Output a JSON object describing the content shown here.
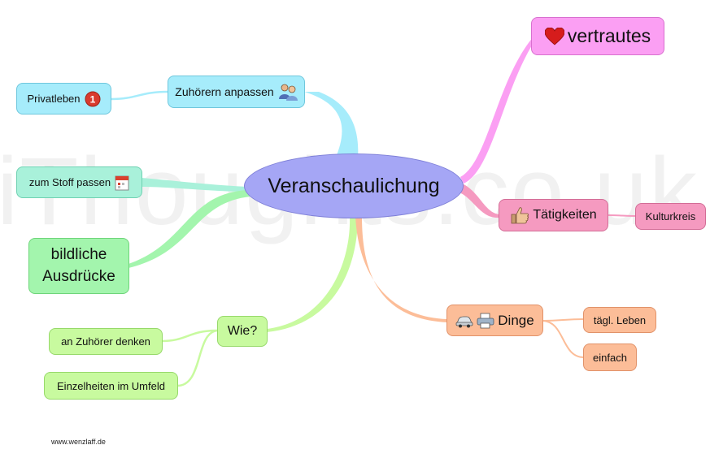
{
  "watermark": "iThoughts.co.uk",
  "central": "Veranschaulichung",
  "nodes": {
    "zuhoeren": "Zuhörern anpassen",
    "privatleben": "Privatleben",
    "privatleben_badge": "1",
    "stoff": "zum Stoff passen",
    "bildliche_line1": "bildliche",
    "bildliche_line2": "Ausdrücke",
    "wie": "Wie?",
    "an_zuhoerer": "an Zuhörer denken",
    "einzelheiten": "Einzelheiten im Umfeld",
    "vertrautes": "vertrautes",
    "taetigkeiten": "Tätigkeiten",
    "kulturkreis": "Kulturkreis",
    "dinge": "Dinge",
    "taegl_leben": "tägl. Leben",
    "einfach": "einfach"
  },
  "footer": "www.wenzlaff.de",
  "icons": [
    "users-icon",
    "number-one-badge-icon",
    "calendar-icon",
    "heart-icon",
    "thumbs-up-icon",
    "car-icon",
    "printer-icon"
  ],
  "colors": {
    "central": "#a5a6f5",
    "cyan": "#a6ecfb",
    "teal": "#a9f1da",
    "green": "#a3f5ad",
    "light_green": "#c8fa9f",
    "orange": "#fcbd98",
    "pink": "#f59ac0",
    "magenta": "#fb9ff3"
  }
}
